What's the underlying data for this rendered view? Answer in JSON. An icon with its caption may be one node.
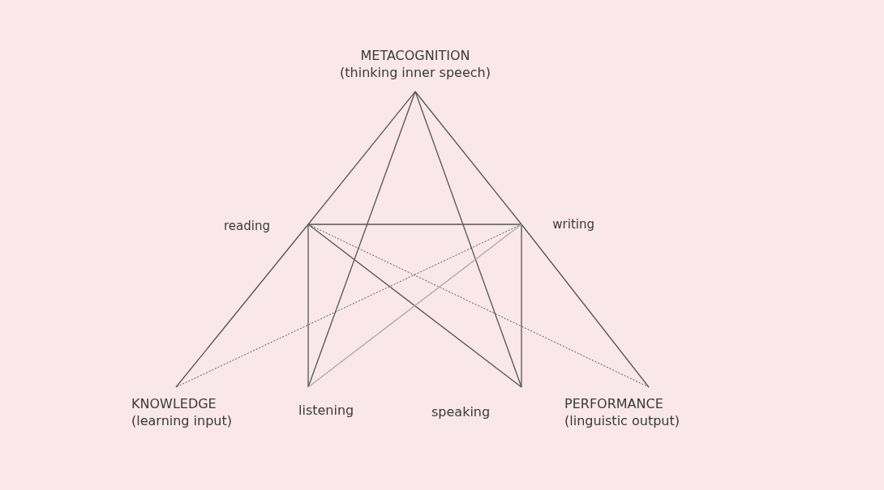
{
  "diagram": {
    "nodes": [
      {
        "text": [
          "METACOGNITION",
          "(thinking inner speech)"
        ]
      },
      {
        "text": [
          "reading"
        ]
      },
      {
        "text": [
          "writing"
        ]
      },
      {
        "text": [
          "KNOWLEDGE",
          "(learning input)"
        ]
      },
      {
        "text": [
          "listening"
        ]
      },
      {
        "text": [
          "speaking"
        ]
      },
      {
        "text": [
          "PERFORMANCE",
          "(linguistic output)"
        ]
      }
    ],
    "edges": [
      {
        "from": 0,
        "to": 1,
        "arrow": "none"
      },
      {
        "from": 1,
        "to": 3,
        "arrow": "none"
      },
      {
        "from": 0,
        "to": 2,
        "arrow": "none"
      },
      {
        "from": 2,
        "to": 6,
        "arrow": "none"
      },
      {
        "from": 0,
        "to": 4,
        "arrow": "none"
      },
      {
        "from": 0,
        "to": 5,
        "arrow": "none"
      },
      {
        "from": 1,
        "to": 2,
        "arrow": "none"
      },
      {
        "from": 1,
        "to": 4,
        "arrow": "none"
      },
      {
        "from": 2,
        "to": 5,
        "arrow": "none"
      },
      {
        "from": 1,
        "to": 5,
        "arrow": "none"
      },
      {
        "from": 1,
        "to": 6,
        "arrow": "none",
        "style": "dashed"
      },
      {
        "from": 2,
        "to": 3,
        "arrow": "none",
        "style": "dashed"
      },
      {
        "from": 2,
        "to": 4,
        "arrow": "none",
        "color": "#aaaaaa"
      }
    ]
  }
}
